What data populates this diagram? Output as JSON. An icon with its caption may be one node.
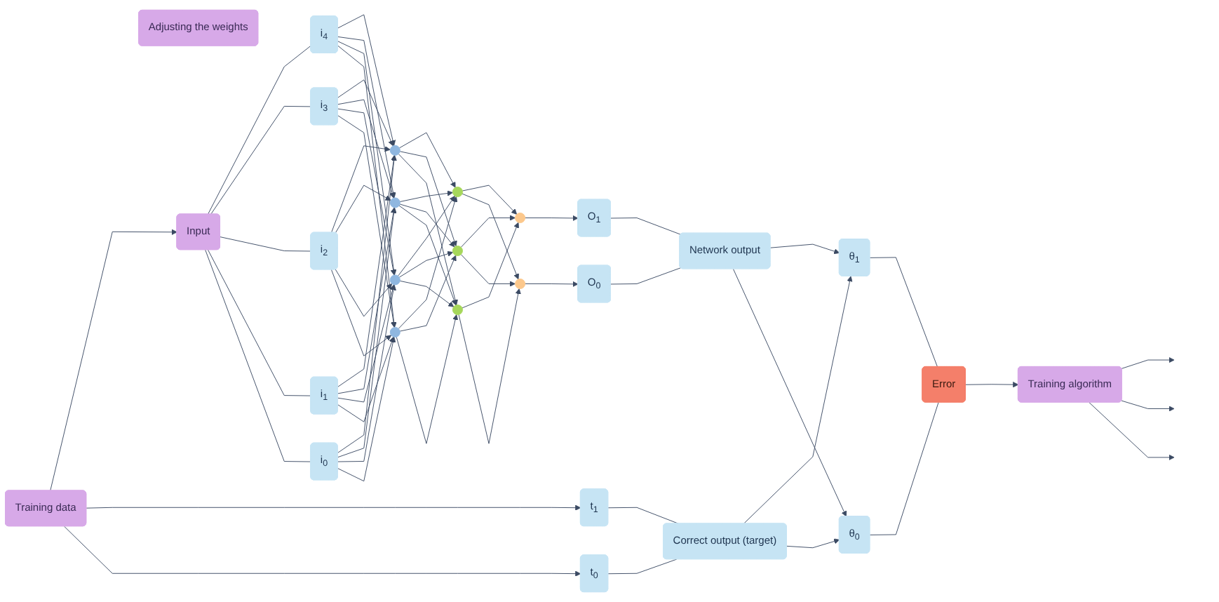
{
  "diagram": {
    "nodes": [
      {
        "text": [
          "Adjusting the weights"
        ]
      },
      {
        "text": [
          "Training algorithm"
        ]
      },
      {
        "text": [
          "Input"
        ]
      },
      {
        "text": [
          "i$_{4}$"
        ]
      },
      {
        "text": [
          "i$_{3}$"
        ]
      },
      {
        "text": [
          "i$_{2}$"
        ]
      },
      {
        "text": [
          "i$_{1}$"
        ]
      },
      {
        "text": [
          "i$_{0}$"
        ]
      },
      {
        "text": [],
        "shape": "circle"
      },
      {
        "text": [],
        "shape": "circle"
      },
      {
        "text": [],
        "shape": "circle"
      },
      {
        "text": [],
        "shape": "circle"
      },
      {
        "text": [],
        "shape": "circle"
      },
      {
        "text": [],
        "shape": "circle"
      },
      {
        "text": [],
        "shape": "circle"
      },
      {
        "text": [],
        "shape": "circle"
      },
      {
        "text": [],
        "shape": "circle"
      },
      {
        "text": [
          "O$_{1}$"
        ]
      },
      {
        "text": [
          "O$_{0}$"
        ]
      },
      {
        "text": [
          "Network output"
        ]
      },
      {
        "text": [
          "θ$_{1}$"
        ]
      },
      {
        "text": [
          "θ$_{0}$"
        ]
      },
      {
        "text": [
          "Error"
        ]
      },
      {
        "text": [
          "Training data"
        ]
      },
      {
        "text": [
          "t$_{1}$"
        ]
      },
      {
        "text": [
          "t$_{0}$"
        ]
      },
      {
        "text": [
          "Correct output (target)"
        ]
      }
    ],
    "edges": [
      {
        "from": 1,
        "to": null,
        "arrow": "to"
      },
      {
        "from": 1,
        "to": null,
        "arrow": "to"
      },
      {
        "from": 1,
        "to": null,
        "arrow": "to"
      },
      {
        "from": 2,
        "to": 3,
        "arrow": "none"
      },
      {
        "from": 2,
        "to": 4,
        "arrow": "none"
      },
      {
        "from": 2,
        "to": 5,
        "arrow": "none"
      },
      {
        "from": 2,
        "to": 6,
        "arrow": "none"
      },
      {
        "from": 2,
        "to": 7,
        "arrow": "none"
      },
      {
        "from": 3,
        "to": 8,
        "arrow": "to"
      },
      {
        "from": 3,
        "to": 9,
        "arrow": "to"
      },
      {
        "from": 3,
        "to": 10,
        "arrow": "to"
      },
      {
        "from": 3,
        "to": 11,
        "arrow": "to"
      },
      {
        "from": 4,
        "to": 8,
        "arrow": "to"
      },
      {
        "from": 4,
        "to": 9,
        "arrow": "to"
      },
      {
        "from": 4,
        "to": 10,
        "arrow": "to"
      },
      {
        "from": 4,
        "to": 11,
        "arrow": "to"
      },
      {
        "from": 5,
        "to": 8,
        "arrow": "to"
      },
      {
        "from": 5,
        "to": 9,
        "arrow": "to"
      },
      {
        "from": 5,
        "to": 10,
        "arrow": "to"
      },
      {
        "from": 5,
        "to": 11,
        "arrow": "to"
      },
      {
        "from": 6,
        "to": 8,
        "arrow": "to"
      },
      {
        "from": 6,
        "to": 9,
        "arrow": "to"
      },
      {
        "from": 6,
        "to": 10,
        "arrow": "to"
      },
      {
        "from": 6,
        "to": 11,
        "arrow": "to"
      },
      {
        "from": 7,
        "to": 8,
        "arrow": "to"
      },
      {
        "from": 7,
        "to": 9,
        "arrow": "to"
      },
      {
        "from": 7,
        "to": 10,
        "arrow": "to"
      },
      {
        "from": 7,
        "to": 11,
        "arrow": "to"
      },
      {
        "from": 8,
        "to": 12,
        "arrow": "to"
      },
      {
        "from": 8,
        "to": 13,
        "arrow": "to"
      },
      {
        "from": 8,
        "to": 14,
        "arrow": "to"
      },
      {
        "from": 9,
        "to": 12,
        "arrow": "to"
      },
      {
        "from": 9,
        "to": 13,
        "arrow": "to"
      },
      {
        "from": 9,
        "to": 14,
        "arrow": "to"
      },
      {
        "from": 10,
        "to": 12,
        "arrow": "to"
      },
      {
        "from": 10,
        "to": 13,
        "arrow": "to"
      },
      {
        "from": 10,
        "to": 14,
        "arrow": "to"
      },
      {
        "from": 11,
        "to": 12,
        "arrow": "to"
      },
      {
        "from": 11,
        "to": 13,
        "arrow": "to"
      },
      {
        "from": 11,
        "to": 14,
        "arrow": "to"
      },
      {
        "from": 12,
        "to": 15,
        "arrow": "to"
      },
      {
        "from": 12,
        "to": 16,
        "arrow": "to"
      },
      {
        "from": 13,
        "to": 15,
        "arrow": "to"
      },
      {
        "from": 13,
        "to": 16,
        "arrow": "to"
      },
      {
        "from": 14,
        "to": 15,
        "arrow": "to"
      },
      {
        "from": 14,
        "to": 16,
        "arrow": "to"
      },
      {
        "from": 15,
        "to": 17,
        "arrow": "to"
      },
      {
        "from": 16,
        "to": 18,
        "arrow": "to"
      },
      {
        "from": 17,
        "to": 19,
        "arrow": "none"
      },
      {
        "from": 18,
        "to": 19,
        "arrow": "none"
      },
      {
        "from": 19,
        "to": 20,
        "arrow": "to"
      },
      {
        "from": 19,
        "to": 21,
        "arrow": "to"
      },
      {
        "from": 26,
        "to": 20,
        "arrow": "to"
      },
      {
        "from": 26,
        "to": 21,
        "arrow": "to"
      },
      {
        "from": 20,
        "to": 22,
        "arrow": "none"
      },
      {
        "from": 21,
        "to": 22,
        "arrow": "none"
      },
      {
        "from": 22,
        "to": 1,
        "arrow": "to"
      },
      {
        "from": 23,
        "to": 2,
        "arrow": "to"
      },
      {
        "from": 23,
        "to": 24,
        "arrow": "to"
      },
      {
        "from": 23,
        "to": 25,
        "arrow": "to"
      },
      {
        "from": 24,
        "to": 26,
        "arrow": "none"
      },
      {
        "from": 25,
        "to": 26,
        "arrow": "none"
      }
    ]
  }
}
